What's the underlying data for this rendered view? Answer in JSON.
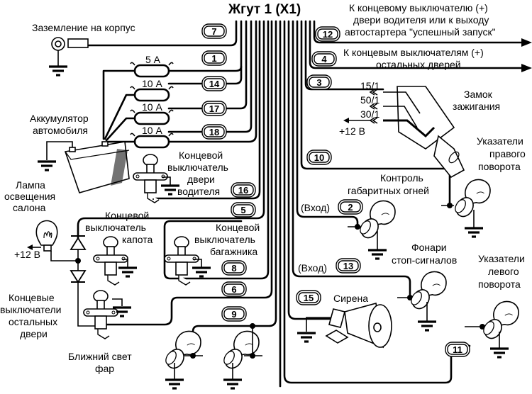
{
  "title": "Жгут 1 (X1)",
  "colors": {
    "ink": "#000000",
    "background": "#ffffff"
  },
  "connectors": [
    {
      "pin": "7",
      "label": "Заземление на корпус"
    },
    {
      "pin": "1",
      "fuse": "5 А"
    },
    {
      "pin": "14",
      "fuse": "10 А"
    },
    {
      "pin": "17",
      "fuse": "10 А"
    },
    {
      "pin": "18",
      "fuse": "10 А"
    },
    {
      "pin": "12",
      "label": "К концевому выключателю (+) двери водителя или к выходу автостартера \"успешный запуск\""
    },
    {
      "pin": "4",
      "label": "К концевым выключателям (+) остальных дверей"
    },
    {
      "pin": "3",
      "label": "Замок зажигания"
    },
    {
      "pin": "10",
      "label": "Указатели правого поворота"
    },
    {
      "pin": "2",
      "label": "Контроль габаритных огней",
      "prefix": "(Вход)"
    },
    {
      "pin": "13",
      "label": "Фонари стоп-сигналов",
      "prefix": "(Вход)"
    },
    {
      "pin": "15",
      "label": "Сирена"
    },
    {
      "pin": "11",
      "label": "Указатели левого поворота"
    },
    {
      "pin": "16",
      "label": "Концевой выключатель двери водителя"
    },
    {
      "pin": "5",
      "label": "Концевой выключатель капота"
    },
    {
      "pin": "8",
      "label": "Концевой выключатель багажника"
    },
    {
      "pin": "6",
      "label": "Концевые выключатели остальных двери"
    },
    {
      "pin": "9",
      "label": "Ближний свет фар"
    }
  ],
  "labels": {
    "ground": "Заземление на корпус",
    "battery": [
      "Аккумулятор",
      "автомобиля"
    ],
    "fuse1": "5 А",
    "fuse2": "10 А",
    "fuse3": "10 А",
    "fuse4": "10 А",
    "arrow12": [
      "К концевому выключателю (+)",
      "двери водителя или к выходу",
      "автостартера \"успешный запуск\""
    ],
    "arrow4": [
      "К концевым выключателям (+)",
      "остальных дверей"
    ],
    "ignition": [
      "Замок",
      "зажигания"
    ],
    "ign_pins": [
      "15/1",
      "50/1",
      "30/1"
    ],
    "plus12_ign": "+12 В",
    "right_turn": [
      "Указатели",
      "правого",
      "поворота"
    ],
    "parking": [
      "Контроль",
      "габаритных огней"
    ],
    "vhod": "(Вход)",
    "brake": [
      "Фонари",
      "стоп-сигналов"
    ],
    "left_turn": [
      "Указатели",
      "левого",
      "поворота"
    ],
    "siren": "Сирена",
    "driver_door": [
      "Концевой",
      "выключатель",
      "двери",
      "водителя"
    ],
    "lamp": [
      "Лампа",
      "освещения",
      "салона"
    ],
    "plus12_lamp": "+12 В",
    "hood": [
      "Концевой",
      "выключатель",
      "капота"
    ],
    "trunk": [
      "Концевой",
      "выключатель",
      "багажника"
    ],
    "other_doors": [
      "Концевые",
      "выключатели",
      "остальных",
      "двери"
    ],
    "headlights": [
      "Ближний свет",
      "фар"
    ]
  }
}
